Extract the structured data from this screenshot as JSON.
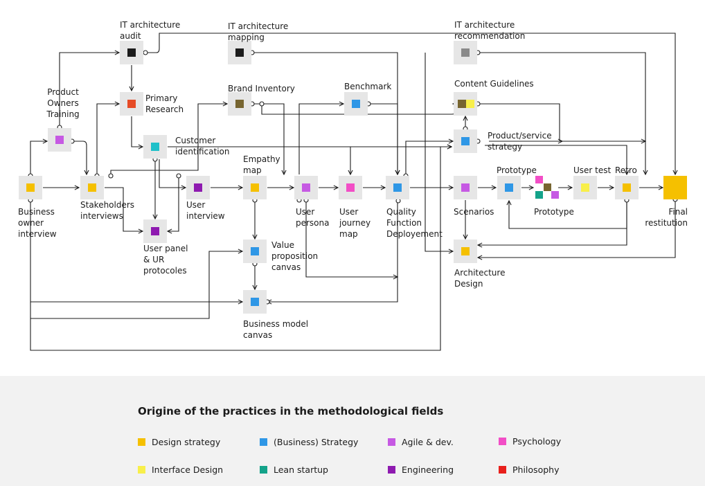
{
  "colors": {
    "design_strategy": "#f5c000",
    "interface_design": "#f8ef4a",
    "business_strategy": "#2f97e6",
    "lean_startup": "#14a38a",
    "agile_dev": "#c659e3",
    "engineering": "#8e1ab0",
    "psychology": "#f24ec6",
    "philosophy": "#e8201c",
    "engineering_black": "#1b1b1b",
    "brand_olive": "#776530",
    "research_red": "#e64b26",
    "customer_teal": "#1fc0c9",
    "it_grey": "#8a8a8a"
  },
  "nodes": {
    "it_audit": [
      "IT architecture",
      "audit"
    ],
    "it_mapping": [
      "IT architecture",
      "mapping"
    ],
    "it_recommendation": [
      "IT architecture",
      "recommendation"
    ],
    "product_owners_training": [
      "Product",
      "Owners",
      "Training"
    ],
    "primary_research": [
      "Primary",
      "Research"
    ],
    "brand_inventory": [
      "Brand Inventory"
    ],
    "benchmark": [
      "Benchmark"
    ],
    "content_guidelines": [
      "Content Guidelines"
    ],
    "customer_identification": [
      "Customer",
      "identification"
    ],
    "product_service_strategy": [
      "Product/service",
      "strategy"
    ],
    "empathy_map": [
      "Empathy",
      "map"
    ],
    "business_owner_interview": [
      "Business",
      "owner",
      "interview"
    ],
    "stakeholders_interviews": [
      "Stakeholders",
      "interviews"
    ],
    "user_interview": [
      "User",
      "interview"
    ],
    "user_persona": [
      "User",
      "persona"
    ],
    "user_journey_map": [
      "User",
      "journey",
      "map"
    ],
    "qfd": [
      "Quality",
      "Function",
      "Deployement"
    ],
    "scenarios": [
      "Scenarios"
    ],
    "prototype_top": [
      "Prototype"
    ],
    "prototype_bottom": [
      "Prototype"
    ],
    "user_test": [
      "User test"
    ],
    "retro": [
      "Retro"
    ],
    "final_restitution": [
      "Final",
      "restitution"
    ],
    "user_panel": [
      "User panel",
      "& UR",
      "protocoles"
    ],
    "value_proposition": [
      "Value",
      "proposition",
      "canvas"
    ],
    "architecture_design": [
      "Architecture",
      "Design"
    ],
    "business_model_canvas": [
      "Business model",
      "canvas"
    ]
  },
  "legend": {
    "title": "Origine of the practices in the methodological fields",
    "items": [
      {
        "label": "Design strategy",
        "color": "#f5c000"
      },
      {
        "label": "(Business) Strategy",
        "color": "#2f97e6"
      },
      {
        "label": "Agile & dev.",
        "color": "#c659e3"
      },
      {
        "label": "Psychology",
        "color": "#f24ec6"
      },
      {
        "label": "Interface Design",
        "color": "#f8ef4a"
      },
      {
        "label": "Lean startup",
        "color": "#14a38a"
      },
      {
        "label": "Engineering",
        "color": "#8e1ab0"
      },
      {
        "label": "Philosophy",
        "color": "#e8201c"
      }
    ]
  }
}
